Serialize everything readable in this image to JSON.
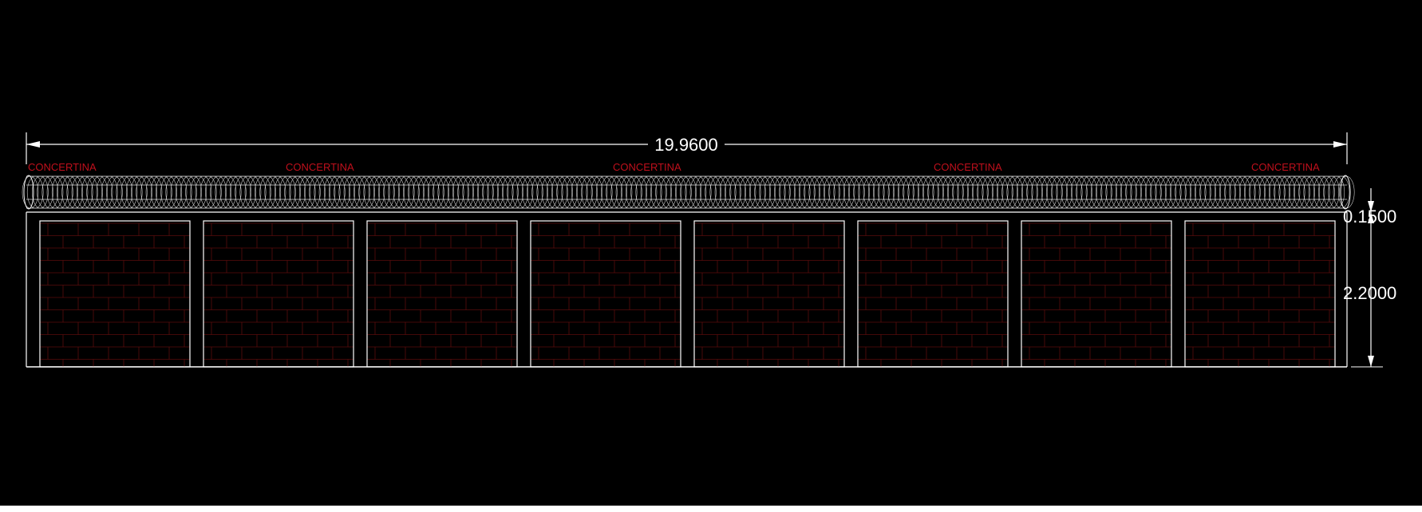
{
  "drawing": {
    "overall_length": "19.9600",
    "cap_height": "0.1500",
    "wall_height": "2.2000",
    "concertina_label": "CONCERTINA",
    "concertina_label_count": 5,
    "panel_count": 8
  },
  "colors": {
    "background": "#000000",
    "line": "#ffffff",
    "label": "#c0101c",
    "brick": "#5a0d0d"
  }
}
